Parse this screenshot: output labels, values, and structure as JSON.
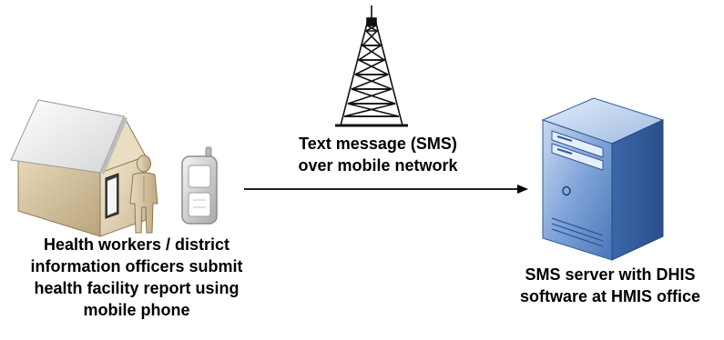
{
  "labels": {
    "left": [
      "Health workers / district",
      "information officers submit",
      "health facility report using",
      "mobile phone"
    ],
    "middle": [
      "Text message (SMS)",
      "over mobile network"
    ],
    "right": [
      "SMS server with DHIS",
      "software at HMIS office"
    ]
  },
  "icons": {
    "house": "house-icon",
    "worker": "person-icon",
    "phone": "mobile-phone-icon",
    "tower": "cell-tower-icon",
    "server": "server-tower-icon",
    "arrow": "arrow-right-icon"
  },
  "colors": {
    "server_fill": "#5b86c6",
    "server_dark": "#2f5a9a",
    "house_wall": "#e8dcc0",
    "house_roof": "#f2f2f2",
    "person": "#d9c6a3",
    "phone": "#cfcfcf",
    "text": "#000000"
  }
}
